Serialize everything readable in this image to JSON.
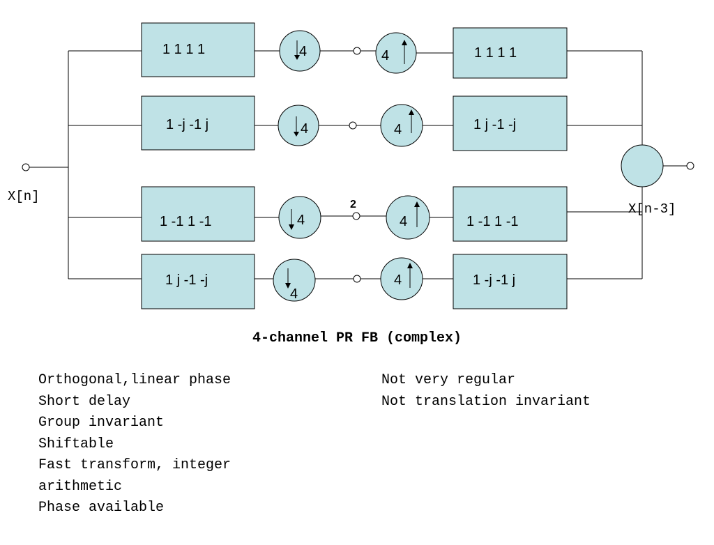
{
  "diagram": {
    "input_label": "X[n]",
    "output_label": "X[n-3]",
    "branch_node_label": "2",
    "channels": [
      {
        "analysis": "1 1 1 1",
        "down": "4",
        "up": "4",
        "synthesis": "1 1 1 1"
      },
      {
        "analysis": "1 -j -1 j",
        "down": "4",
        "up": "4",
        "synthesis": "1 j -1 -j"
      },
      {
        "analysis": "1 -1 1 -1",
        "down": "4",
        "up": "4",
        "synthesis": "1 -1 1 -1"
      },
      {
        "analysis": "1 j -1 -j",
        "down": "4",
        "up": "4",
        "synthesis": "1 -j -1 j"
      }
    ]
  },
  "caption": "4-channel PR FB (complex)",
  "pros": [
    "Orthogonal,linear phase",
    "Short delay",
    "Group invariant",
    "Shiftable",
    "Fast transform, integer",
    "arithmetic",
    "Phase available"
  ],
  "cons": [
    "Not very regular",
    "Not translation invariant"
  ]
}
